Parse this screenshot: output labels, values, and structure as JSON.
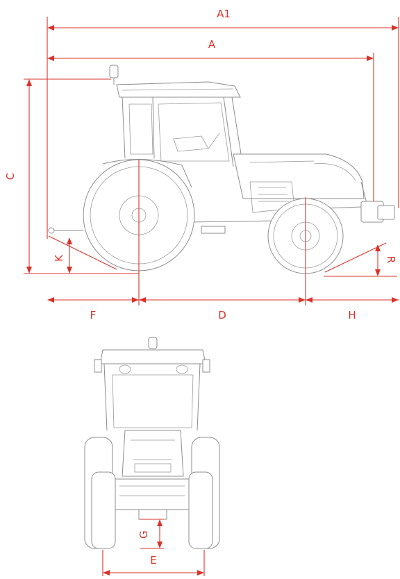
{
  "dimensions": {
    "A1": "A1",
    "A": "A",
    "C": "C",
    "K": "K",
    "R": "R",
    "F": "F",
    "D": "D",
    "H": "H",
    "G": "G",
    "E": "E"
  },
  "colors": {
    "dimension_lines": "#d9322a",
    "drawing_lines": "#8c8c8c",
    "background": "#ffffff"
  }
}
